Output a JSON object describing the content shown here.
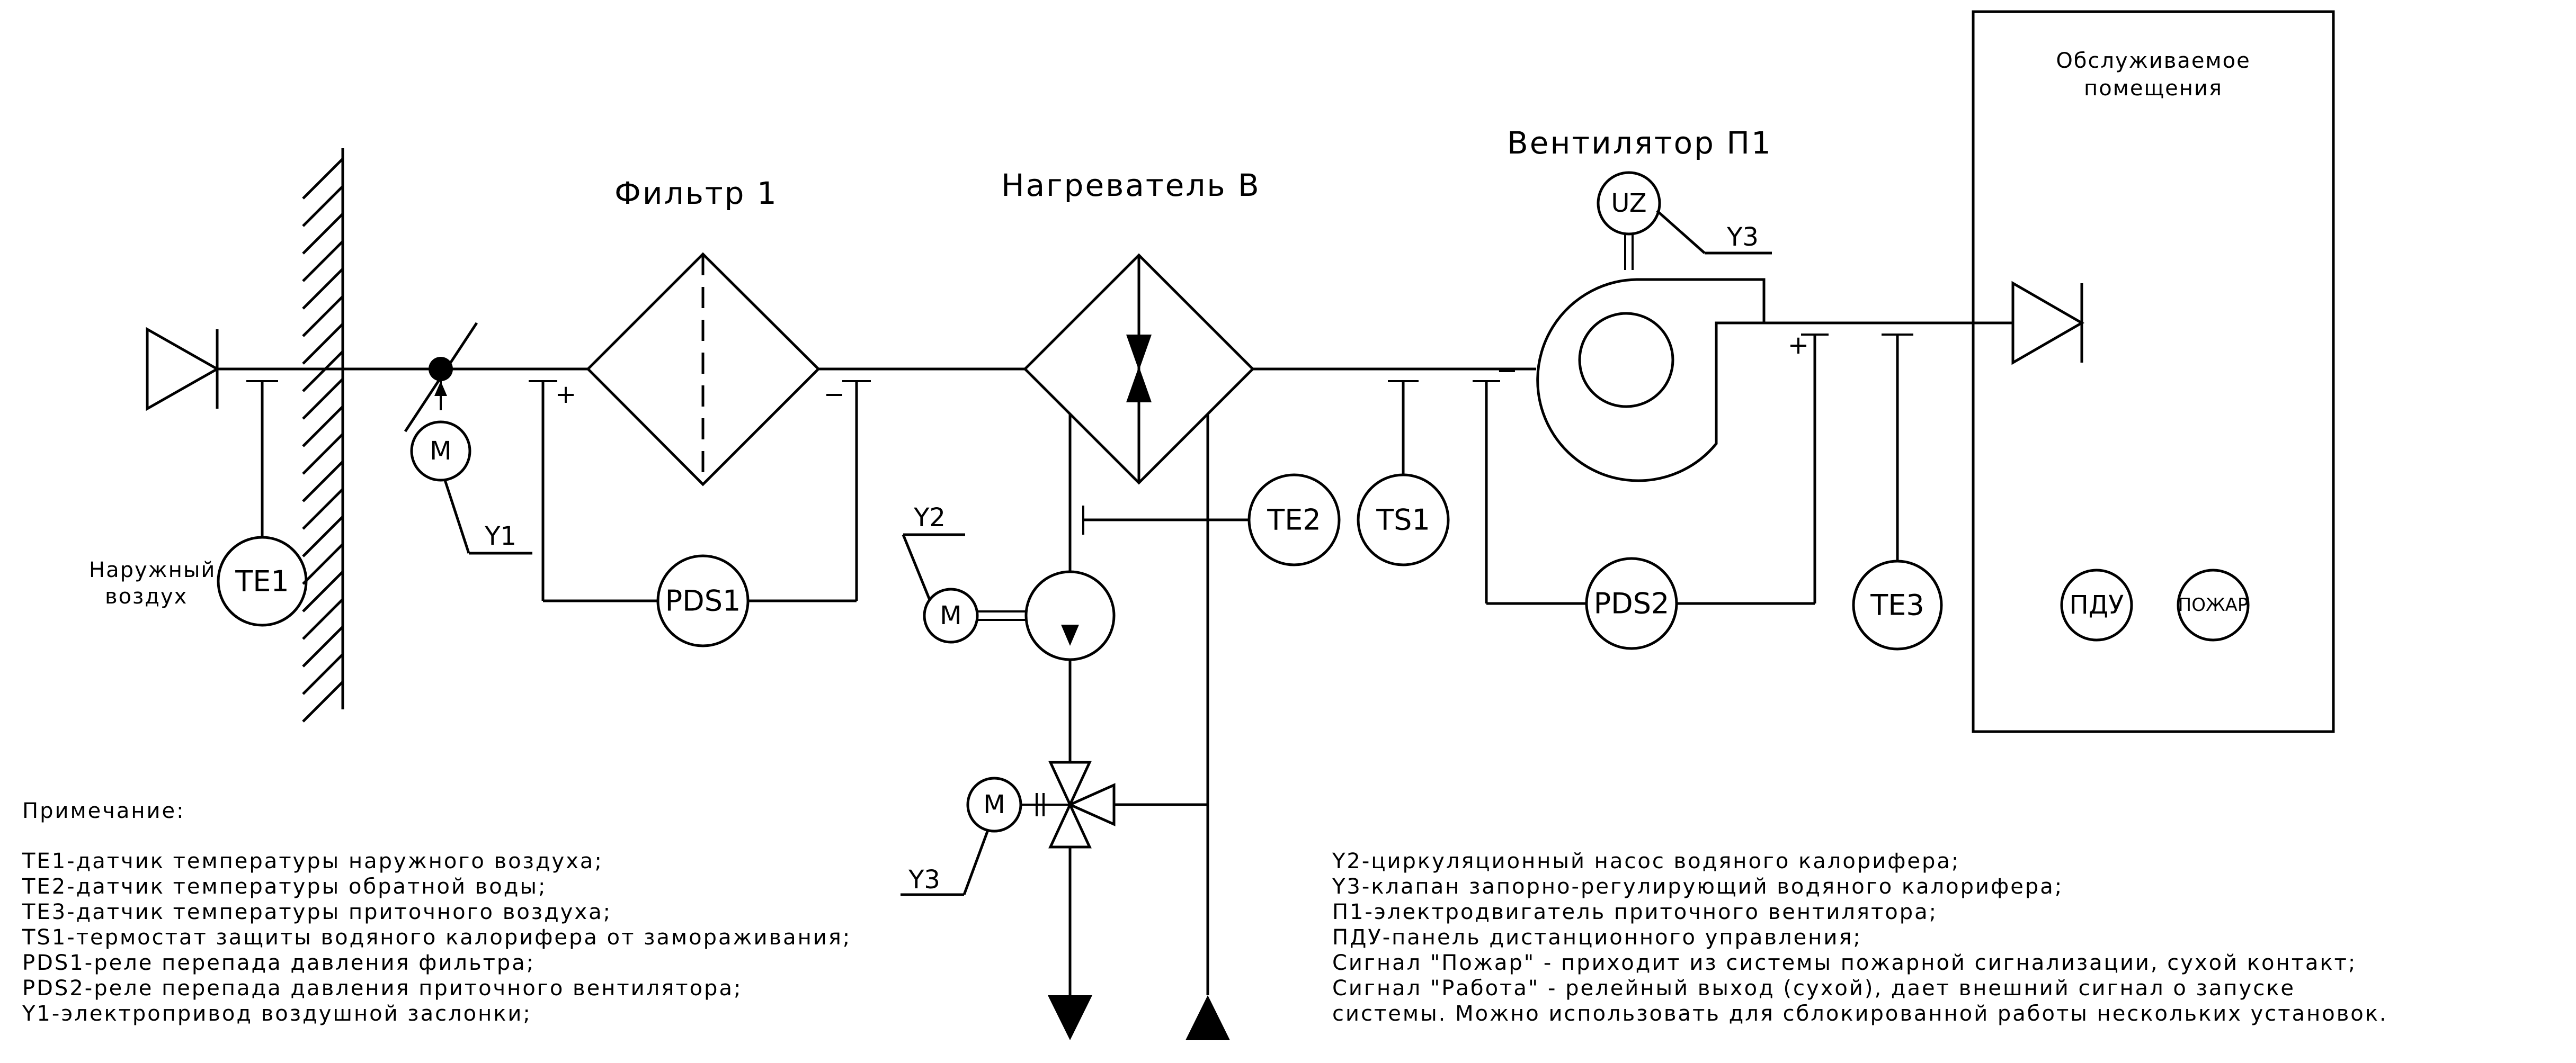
{
  "titles": {
    "filter": "Фильтр 1",
    "heater": "Нагреватель В",
    "fan": "Вентилятор П1",
    "room_line1": "Обслуживаемое",
    "room_line2": "помещения",
    "outside_line1": "Наружный",
    "outside_line2": "воздух"
  },
  "sensors": {
    "te1": "TE1",
    "te2": "TE2",
    "te3": "TE3",
    "ts1": "TS1",
    "pds1": "PDS1",
    "pds2": "PDS2",
    "uz": "UZ",
    "pdu": "ПДУ",
    "fire": "ПОЖАР"
  },
  "actuators": {
    "motor": "M",
    "y1": "Y1",
    "y2": "Y2",
    "y3": "Y3"
  },
  "signs": {
    "plus": "+",
    "minus": "−"
  },
  "notes_left": {
    "header": "Примечание:",
    "lines": [
      "TE1-датчик температуры наружного воздуха;",
      "TE2-датчик температуры обратной воды;",
      "TE3-датчик температуры приточного воздуха;",
      "TS1-термостат защиты водяного калорифера от замораживания;",
      "PDS1-реле перепада давления фильтра;",
      "PDS2-реле перепада давления приточного вентилятора;",
      "Y1-электропривод воздушной заслонки;"
    ]
  },
  "notes_right": {
    "lines": [
      "Y2-циркуляционный насос водяного калорифера;",
      "Y3-клапан запорно-регулирующий водяного калорифера;",
      "П1-электродвигатель приточного вентилятора;",
      "ПДУ-панель дистанционного управления;",
      "Сигнал \"Пожар\" - приходит из системы пожарной сигнализации, сухой контакт;",
      "Сигнал \"Работа\" - релейный выход (сухой), дает внешний сигнал о   запуске",
      "системы. Можно использовать для сблокированной работы нескольких установок."
    ]
  }
}
